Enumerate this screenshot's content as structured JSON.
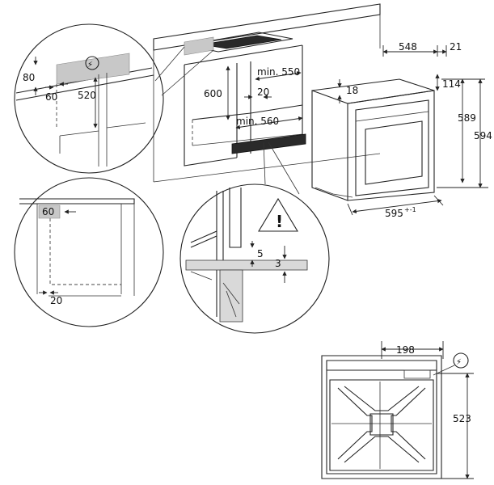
{
  "dimensions": {
    "d80": "80",
    "d60_top": "60",
    "d520": "520",
    "d600": "600",
    "min550": "min. 550",
    "d20_top": "20",
    "min560": "min. 560",
    "d548": "548",
    "d21": "21",
    "d114": "114",
    "d18": "18",
    "d589": "589",
    "d594": "594",
    "d595": "595",
    "d595_tol": "+-1",
    "d60_side": "60",
    "d20_side": "20",
    "d5": "5",
    "d3": "3",
    "d198": "198",
    "d523": "523"
  },
  "icons": {
    "electric_symbol": "⚡",
    "warning_symbol": "!"
  }
}
